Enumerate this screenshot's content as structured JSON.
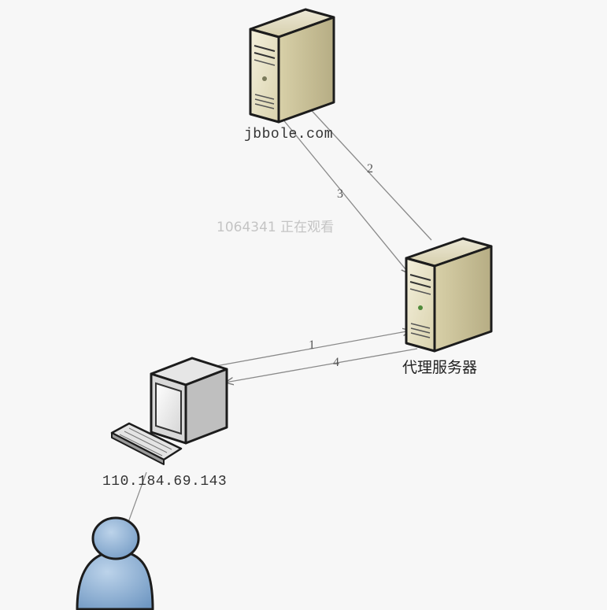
{
  "diagram": {
    "nodes": {
      "web_server": {
        "label": "jbbole.com",
        "icon": "server-icon"
      },
      "proxy_server": {
        "label": "代理服务器",
        "icon": "server-icon"
      },
      "client": {
        "label": "110.184.69.143",
        "icon": "computer-icon"
      },
      "keyboard": {
        "icon": "keyboard-icon"
      },
      "user": {
        "icon": "user-icon"
      }
    },
    "steps": [
      {
        "label": "1",
        "from": "client",
        "to": "proxy_server"
      },
      {
        "label": "2",
        "from": "proxy_server",
        "to": "web_server"
      },
      {
        "label": "3",
        "from": "web_server",
        "to": "proxy_server"
      },
      {
        "label": "4",
        "from": "proxy_server",
        "to": "client"
      }
    ],
    "watermark": "1064341 正在观看"
  }
}
